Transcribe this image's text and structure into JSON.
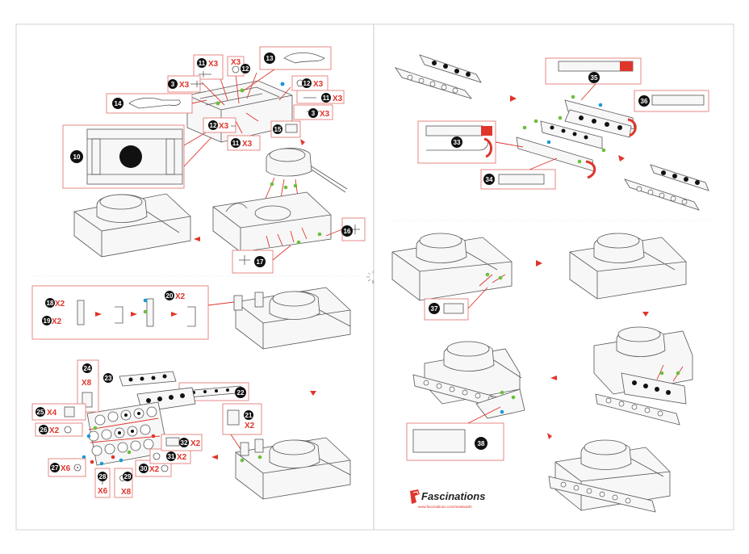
{
  "brand": {
    "name": "Fascinations",
    "url": "www.fascinations.com/metalearth"
  },
  "colors": {
    "accent": "#e0352b",
    "marker_green": "#6bbf3a",
    "marker_blue": "#1a9ad6",
    "frame": "#c8c8c8"
  },
  "steps": {
    "s3a": {
      "num": "3",
      "qty": "X3"
    },
    "s3b": {
      "num": "3",
      "qty": "X3"
    },
    "s10": {
      "num": "10"
    },
    "s11a": {
      "num": "11",
      "qty": "X3"
    },
    "s11b": {
      "num": "11",
      "qty": "X3"
    },
    "s11c": {
      "num": "11",
      "qty": "X3"
    },
    "s12a": {
      "num": "12",
      "qty": "X3"
    },
    "s12b": {
      "num": "12",
      "qty": "X3"
    },
    "s12c": {
      "num": "12"
    },
    "s12x": {
      "qty": "X3"
    },
    "s13": {
      "num": "13"
    },
    "s14": {
      "num": "14"
    },
    "s15": {
      "num": "15"
    },
    "s16": {
      "num": "16"
    },
    "s17": {
      "num": "17"
    },
    "s18": {
      "num": "18",
      "qty": "X2"
    },
    "s19": {
      "num": "19",
      "qty": "X2"
    },
    "s20": {
      "num": "20",
      "qty": "X2"
    },
    "s21": {
      "num": "21",
      "qty": "X2"
    },
    "s22": {
      "num": "22"
    },
    "s23": {
      "num": "23"
    },
    "s24": {
      "num": "24",
      "qty": "X8"
    },
    "s25": {
      "num": "25",
      "qty": "X4"
    },
    "s26": {
      "num": "26",
      "qty": "X2"
    },
    "s27": {
      "num": "27",
      "qty": "X6"
    },
    "s28": {
      "num": "28",
      "qty": "X6"
    },
    "s29": {
      "num": "29",
      "qty": "X8"
    },
    "s30": {
      "num": "30",
      "qty": "X2"
    },
    "s31": {
      "num": "31",
      "qty": "X2"
    },
    "s32": {
      "num": "32",
      "qty": "X2"
    },
    "s33": {
      "num": "33"
    },
    "s34": {
      "num": "34"
    },
    "s35": {
      "num": "35"
    },
    "s36": {
      "num": "36"
    },
    "s37": {
      "num": "37"
    },
    "s38": {
      "num": "38"
    }
  }
}
